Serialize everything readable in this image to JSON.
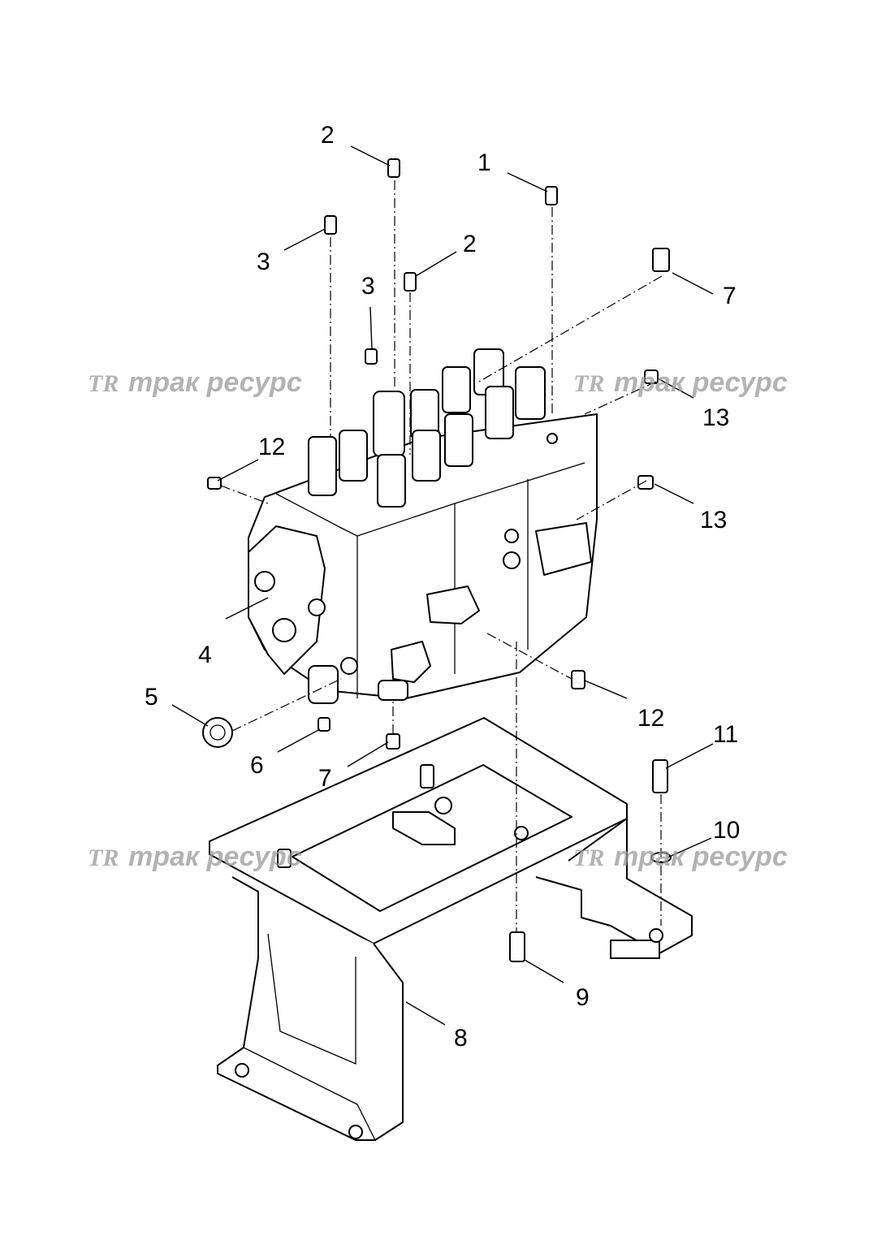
{
  "callouts": [
    "1",
    "2",
    "2",
    "3",
    "3",
    "4",
    "5",
    "6",
    "7",
    "7",
    "8",
    "9",
    "10",
    "11",
    "12",
    "12",
    "13",
    "13"
  ],
  "watermark": {
    "text": "трак ресурс",
    "logo_letters": "TR"
  },
  "colors": {
    "line": "#000000",
    "watermark": "#9a9a9a",
    "background": "#ffffff"
  }
}
